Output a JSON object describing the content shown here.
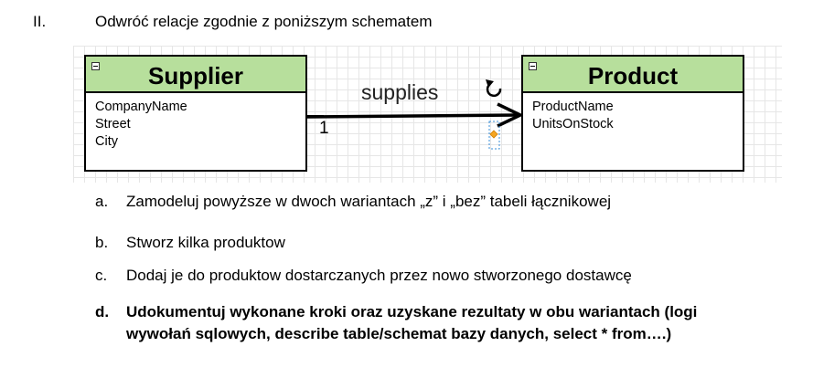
{
  "section": {
    "number": "II.",
    "heading": "Odwróć relacje zgodnie z poniższym schematem"
  },
  "diagram": {
    "entities": [
      {
        "name": "Supplier",
        "attributes": [
          "CompanyName",
          "Street",
          "City"
        ]
      },
      {
        "name": "Product",
        "attributes": [
          "ProductName",
          "UnitsOnStock"
        ]
      }
    ],
    "relationship": {
      "label": "supplies",
      "multiplicity": "1"
    },
    "colors": {
      "entity_header": "#b7df9c",
      "handle": "#f5a623",
      "selection": "#3a8fd9"
    },
    "icons": [
      "collapse-icon",
      "rotate-icon",
      "arrow-head-icon"
    ]
  },
  "tasks": [
    {
      "letter": "a.",
      "text": "Zamodeluj powyższe w dwoch wariantach „z” i „bez” tabeli łącznikowej"
    },
    {
      "letter": "b.",
      "text": "Stworz kilka produktow"
    },
    {
      "letter": "c.",
      "text": "Dodaj je do produktow dostarczanych przez nowo stworzonego dostawcę"
    },
    {
      "letter": "d.",
      "text": "Udokumentuj wykonane kroki oraz uzyskane rezultaty w obu wariantach (logi",
      "text2": "wywołań sqlowych, describe table/schemat bazy danych, select * from….)"
    }
  ]
}
